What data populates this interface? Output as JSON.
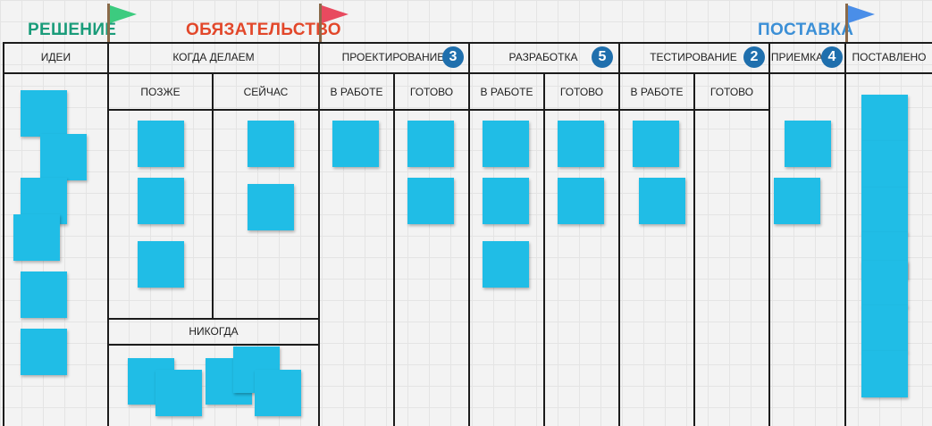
{
  "phases": {
    "decision": {
      "label": "РЕШЕНИЕ",
      "color": "#1a9c7a",
      "flag_color": "#3ccb7f"
    },
    "commitment": {
      "label": "ОБЯЗАТЕЛЬСТВО",
      "color": "#e2472a",
      "flag_color": "#e84a5f"
    },
    "delivery": {
      "label": "ПОСТАВКА",
      "color": "#3b8fd6",
      "flag_color": "#4a8ee8"
    }
  },
  "columns": {
    "ideas": "ИДЕИ",
    "when": "КОГДА ДЕЛАЕМ",
    "later": "ПОЗЖЕ",
    "now": "СЕЙЧАС",
    "never": "НИКОГДА",
    "design": "ПРОЕКТИРОВАНИЕ",
    "development": "РАЗРАБОТКА",
    "testing": "ТЕСТИРОВАНИЕ",
    "acceptance": "ПРИЕМКА",
    "delivered": "ПОСТАВЛЕНО",
    "in_work": "В РАБОТЕ",
    "done": "ГОТОВО"
  },
  "wip_limits": {
    "design": "3",
    "development": "5",
    "testing": "2",
    "acceptance": "4"
  },
  "note_color": "#20bde6"
}
